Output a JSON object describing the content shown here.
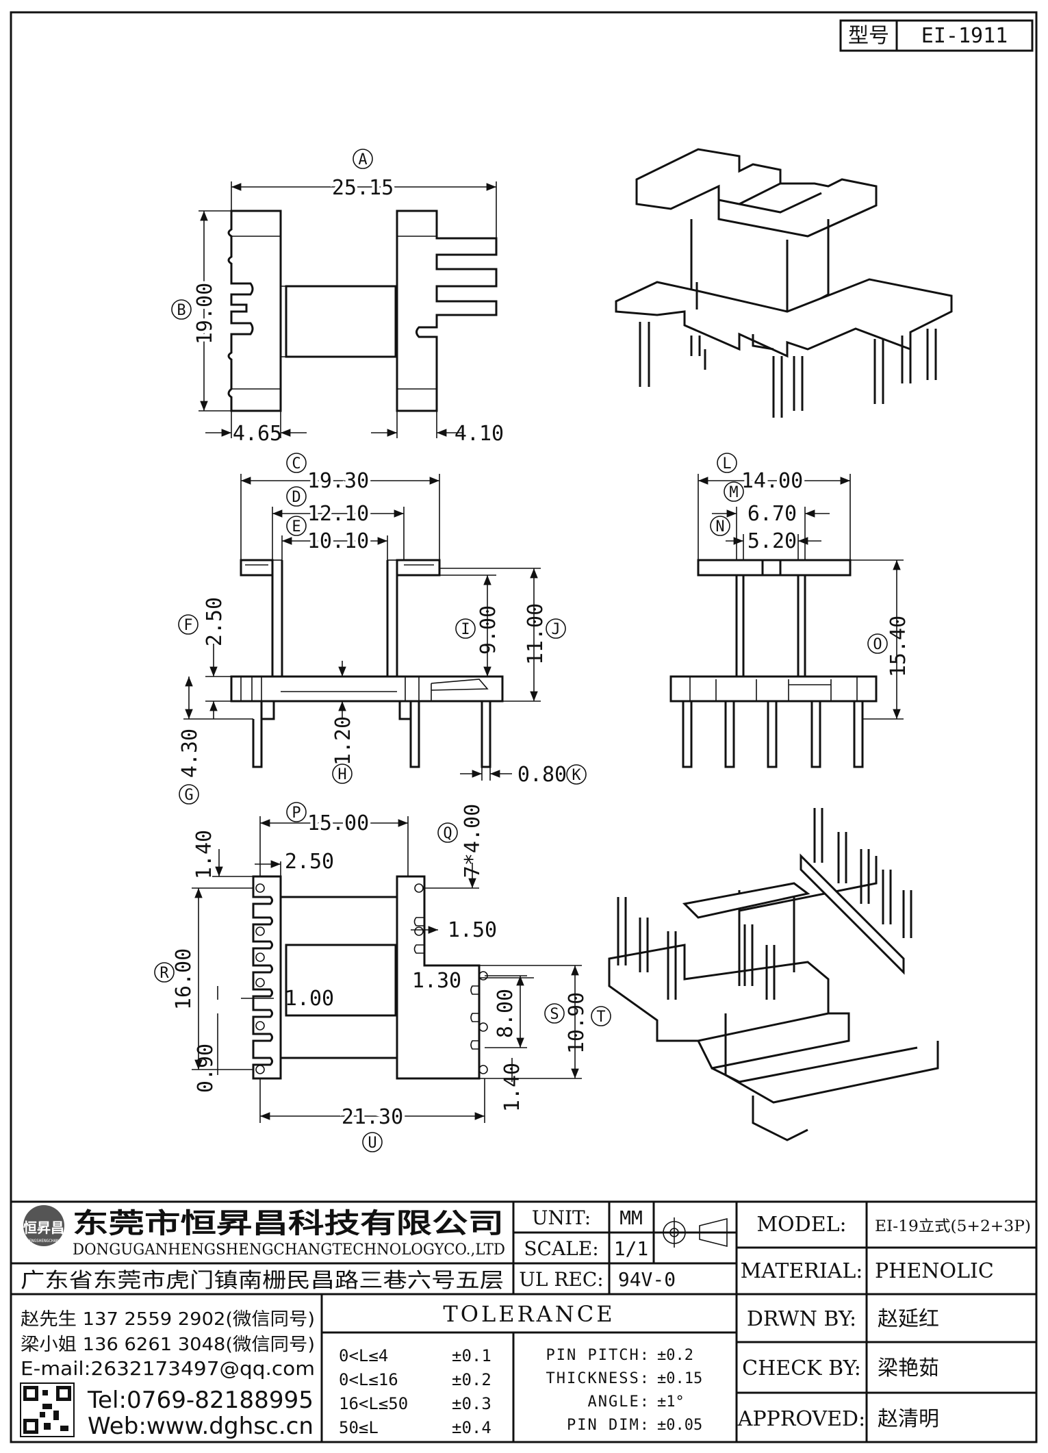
{
  "header": {
    "label_model_cn": "型号",
    "part_no": "EI-1911"
  },
  "dims": {
    "A": "A",
    "a_val": "25.15",
    "B": "B",
    "b_val": "19.00",
    "w1": "4.65",
    "w2": "4.10",
    "C": "C",
    "c_val": "19.30",
    "D": "D",
    "d_val": "12.10",
    "E": "E",
    "e_val": "10.10",
    "F": "F",
    "f_val": "2.50",
    "G": "G",
    "g_val": "4.30",
    "H": "H",
    "h_val": "1.20",
    "I": "I",
    "i_val": "9.00",
    "J": "J",
    "j_val": "11.00",
    "K": "K",
    "k_val": "0.80",
    "L": "L",
    "l_val": "14.00",
    "M": "M",
    "m_val": "6.70",
    "N": "N",
    "n_val": "5.20",
    "O": "O",
    "o_val": "15.40",
    "P": "P",
    "p_val": "15.00",
    "Q": "Q",
    "q_val": "7*4.00",
    "R": "R",
    "r_val": "16.00",
    "S": "S",
    "s_val": "8.00",
    "T": "T",
    "t_val": "10.90",
    "U": "U",
    "u_val": "21.30",
    "v140a": "1.40",
    "v250": "2.50",
    "v150": "1.50",
    "v130": "1.30",
    "v100": "1.00",
    "v090": "0.90",
    "v140b": "1.40"
  },
  "title_block": {
    "company_cn": "东莞市恒昇昌科技有限公司",
    "company_en": "DONGUGANHENGSHENGCHANGTECHNOLOGYCO.,LTD",
    "address": "广东省东莞市虎门镇南栅民昌路三巷六号五层",
    "logo_text": "恒昇昌",
    "logo_sub": "HENGSHENGCHANG",
    "contact1": "赵先生 137 2559 2902(微信同号)",
    "contact2": "梁小姐 136 6261 3048(微信同号)",
    "email": "E-mail:2632173497@qq.com",
    "tel": "Tel:0769-82188995",
    "web": "Web:www.dghsc.cn",
    "unit_label": "UNIT:",
    "unit_value": "MM",
    "scale_label": "SCALE:",
    "scale_value": "1/1",
    "ulrec_label": "UL REC:",
    "ulrec_value": "94V-0",
    "tolerance_title": "TOLERANCE",
    "tolerances": [
      {
        "range": "0<L≤4",
        "value": "±0.1"
      },
      {
        "range": "0<L≤16",
        "value": "±0.2"
      },
      {
        "range": "16<L≤50",
        "value": "±0.3"
      },
      {
        "range": "50≤L",
        "value": "±0.4"
      }
    ],
    "specs": [
      {
        "label": "PIN PITCH:",
        "value": "±0.2"
      },
      {
        "label": "THICKNESS:",
        "value": "±0.15"
      },
      {
        "label": "ANGLE:",
        "value": "±1°"
      },
      {
        "label": "PIN DIM:",
        "value": "±0.05"
      }
    ],
    "model_label": "MODEL:",
    "model_value": "EI-19立式(5+2+3P)",
    "material_label": "MATERIAL:",
    "material_value": "PHENOLIC",
    "drawn_label": "DRWN BY:",
    "drawn_value": "赵延红",
    "check_label": "CHECK BY:",
    "check_value": "梁艳茹",
    "approved_label": "APPROVED:",
    "approved_value": "赵清明"
  }
}
